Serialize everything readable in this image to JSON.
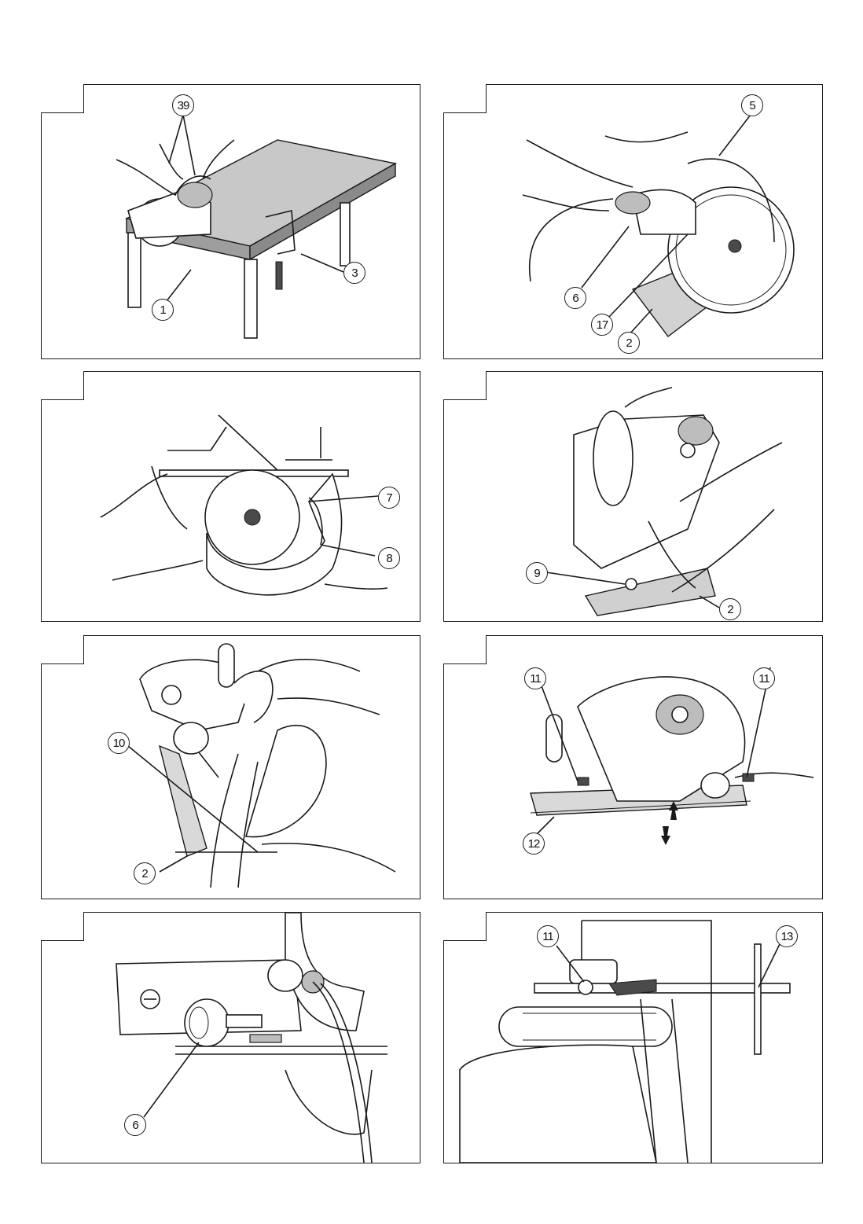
{
  "panels": [
    {
      "id": "p1",
      "callouts": [
        "39",
        "1",
        "3"
      ]
    },
    {
      "id": "p2",
      "callouts": [
        "5",
        "6",
        "17",
        "2"
      ]
    },
    {
      "id": "p3",
      "callouts": [
        "7",
        "8"
      ]
    },
    {
      "id": "p4",
      "callouts": [
        "9",
        "2"
      ]
    },
    {
      "id": "p5",
      "callouts": [
        "10",
        "2"
      ]
    },
    {
      "id": "p6",
      "callouts": [
        "11",
        "11",
        "12"
      ]
    },
    {
      "id": "p7",
      "callouts": [
        "6"
      ]
    },
    {
      "id": "p8",
      "callouts": [
        "11",
        "13"
      ]
    }
  ]
}
